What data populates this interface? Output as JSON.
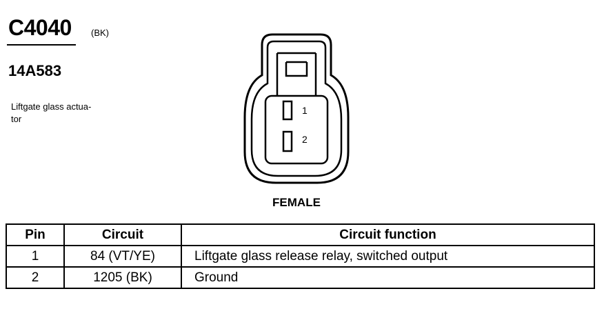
{
  "connector": {
    "id": "C4040",
    "color": "(BK)",
    "part_number": "14A583",
    "description_lines": [
      "Liftgate glass actua-",
      "tor"
    ],
    "gender": "FEMALE",
    "pin_labels": [
      "1",
      "2"
    ]
  },
  "table": {
    "headers": [
      "Pin",
      "Circuit",
      "Circuit function"
    ],
    "rows": [
      [
        "1",
        "84 (VT/YE)",
        "Liftgate glass release relay, switched output"
      ],
      [
        "2",
        "1205 (BK)",
        "Ground"
      ]
    ]
  }
}
